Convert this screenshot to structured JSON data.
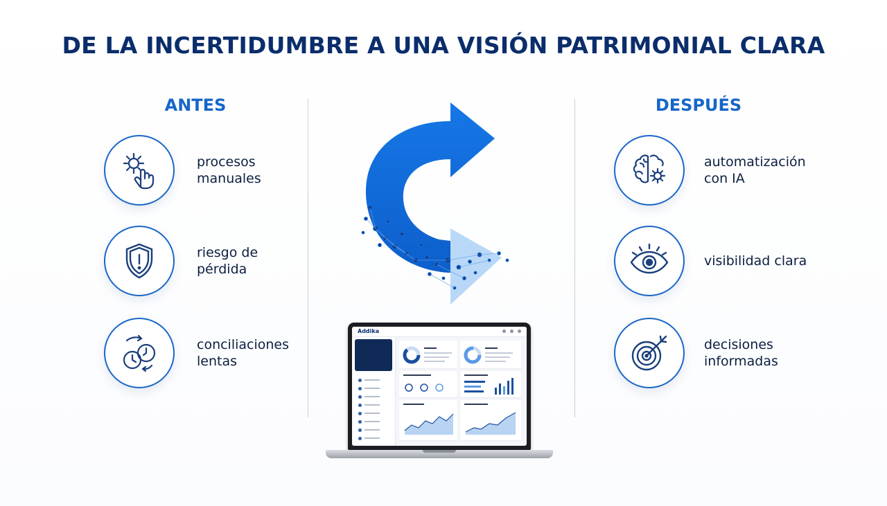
{
  "title": "DE LA INCERTIDUMBRE A UNA VISIÓN PATRIMONIAL CLARA",
  "before": {
    "heading": "ANTES",
    "items": [
      {
        "label": "procesos\nmanuales",
        "icon": "gear-hand-icon"
      },
      {
        "label": "riesgo de\npérdida",
        "icon": "shield-alert-icon"
      },
      {
        "label": "conciliaciones\nlentas",
        "icon": "clock-arrows-icon"
      }
    ]
  },
  "after": {
    "heading": "DESPUÉS",
    "items": [
      {
        "label": "automatización\ncon IA",
        "icon": "brain-gear-icon"
      },
      {
        "label": "visibilidad clara",
        "icon": "eye-icon"
      },
      {
        "label": "decisiones\ninformadas",
        "icon": "target-arrow-icon"
      }
    ]
  },
  "laptop": {
    "app_name": "Addika"
  },
  "colors": {
    "title": "#0b2d6b",
    "accent": "#1766c9",
    "icon_stroke": "#1a3f7c",
    "divider": "#c9d1dc"
  }
}
